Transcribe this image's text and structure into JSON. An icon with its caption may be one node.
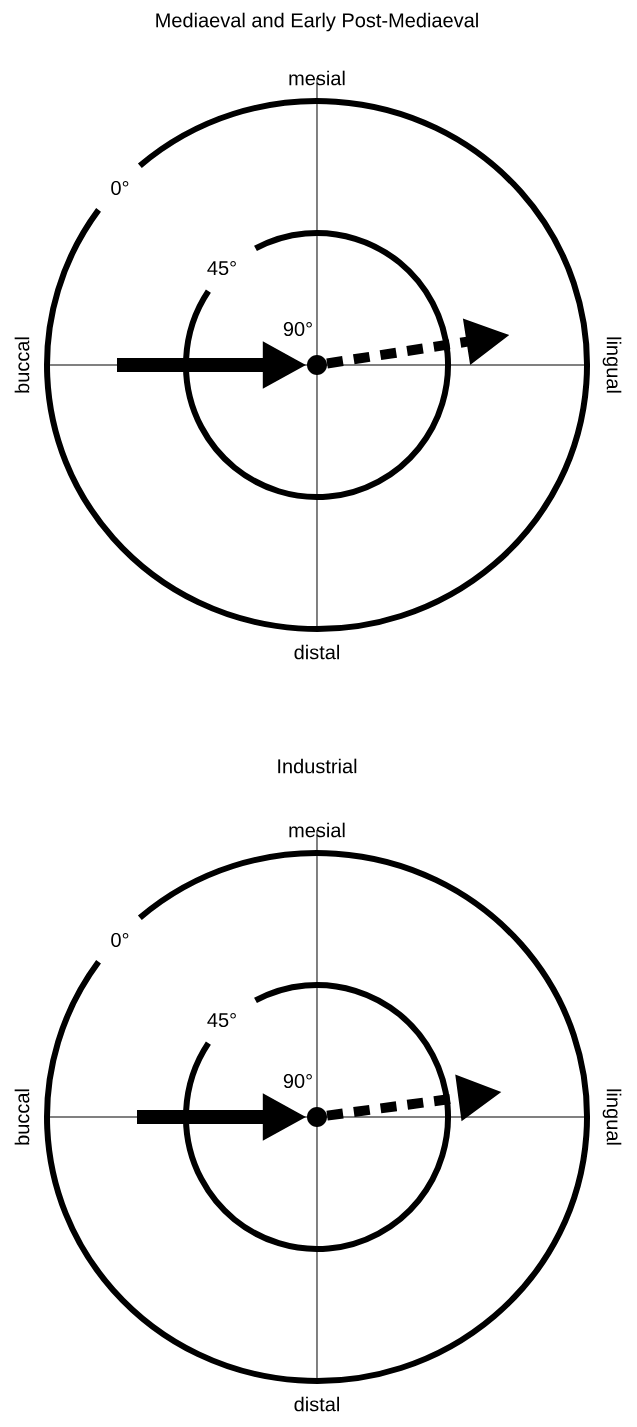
{
  "diagram": {
    "nodes": [
      {
        "text": [],
        "shape": "circle"
      },
      {
        "text": [],
        "shape": "circle"
      }
    ],
    "edges": [
      {
        "from": null,
        "to": 0,
        "arrow": "to"
      },
      {
        "from": 0,
        "to": null,
        "arrow": "to",
        "style": "dashed"
      },
      {
        "from": null,
        "to": 1,
        "arrow": "to"
      },
      {
        "from": 1,
        "to": null,
        "arrow": "to",
        "style": "dashed"
      }
    ],
    "labels": [
      "Mediaeval and Early Post-Mediaeval",
      "mesial",
      "0°",
      "45°",
      "buccal",
      "90°",
      "lingual",
      "distal",
      "Industrial",
      "mesial",
      "0°",
      "45°",
      "buccal",
      "90°",
      "lingual",
      "distal"
    ]
  }
}
